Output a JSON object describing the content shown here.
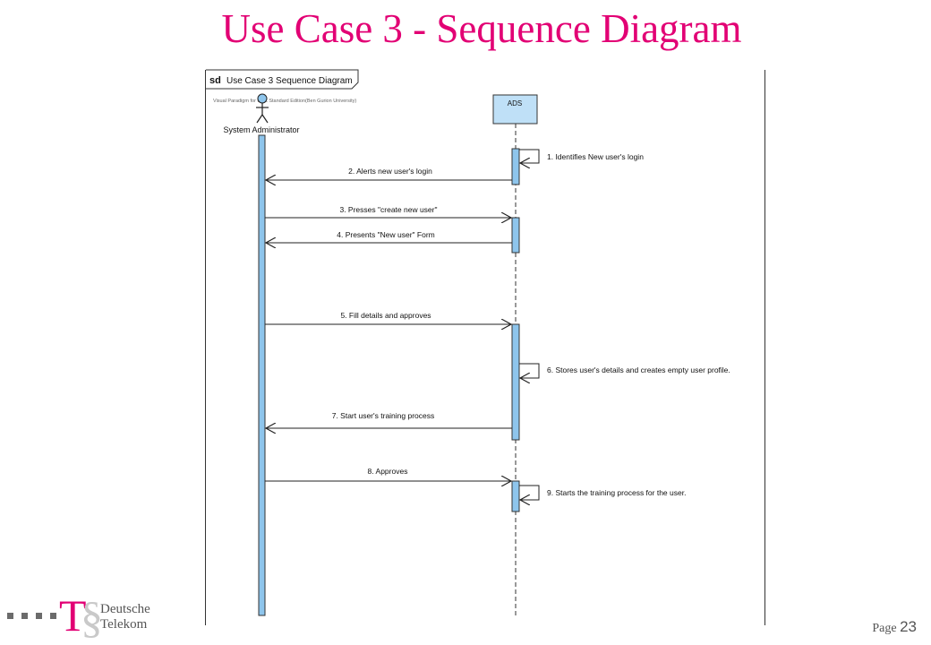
{
  "slide": {
    "title": "Use Case 3 - Sequence Diagram",
    "page_label": "Page",
    "page_number": "23"
  },
  "logo": {
    "line1": "Deutsche",
    "line2": "Telekom",
    "t_glyph": "T",
    "s_glyph": "§"
  },
  "diagram": {
    "frame_keyword": "sd",
    "frame_name": "Use Case 3 Sequence Diagram",
    "watermark": "Visual Paradigm for UML Standard Edition(Ben Gurion University)",
    "actor": {
      "name": "System Administrator",
      "icon": "stick-figure-actor-icon"
    },
    "lifeline": {
      "name": "ADS"
    },
    "colors": {
      "activation_fill": "#8ec5ec",
      "lifeline_header_fill": "#bfe0f7",
      "line": "#222222"
    },
    "messages": [
      {
        "label": "1. Identifies New user's login",
        "type": "self"
      },
      {
        "label": "2. Alerts new user's login",
        "type": "return"
      },
      {
        "label": "3. Presses \"create new user\"",
        "type": "call"
      },
      {
        "label": "4. Presents \"New user\" Form",
        "type": "return"
      },
      {
        "label": "5. Fill details and approves",
        "type": "call"
      },
      {
        "label": "6. Stores user's details and creates empty user profile.",
        "type": "self"
      },
      {
        "label": "7. Start user's training process",
        "type": "return"
      },
      {
        "label": "8. Approves",
        "type": "call"
      },
      {
        "label": "9. Starts the training process for the user.",
        "type": "self"
      }
    ]
  }
}
